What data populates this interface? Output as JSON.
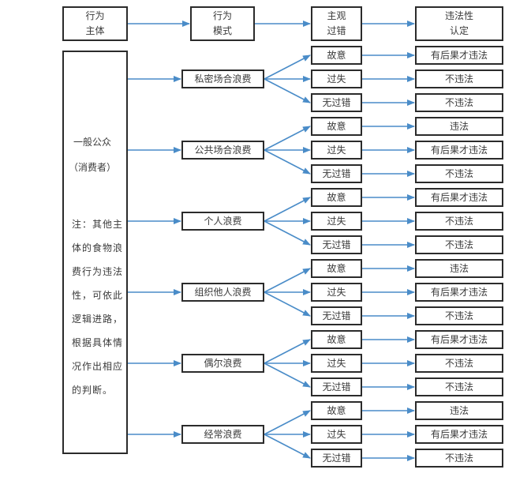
{
  "colors": {
    "arrow": "#4a8cc8",
    "border": "#2b2b2b",
    "text": "#3a3a3a"
  },
  "headers": [
    {
      "line1": "行为",
      "line2": "主体"
    },
    {
      "line1": "行为",
      "line2": "模式"
    },
    {
      "line1": "主观",
      "line2": "过错"
    },
    {
      "line1": "违法性",
      "line2": "认定"
    }
  ],
  "subject": {
    "title": "一般公众",
    "subtitle": "（消费者）",
    "note_lines": [
      "注：其他主",
      "体的食物浪",
      "费行为违法",
      "性，可依此",
      "逻辑进路，",
      "根据具体情",
      "况作出相应",
      "的判断。"
    ]
  },
  "modes": [
    {
      "label": "私密场合浪费",
      "branches": [
        {
          "fault": "故意",
          "result": "有后果才违法"
        },
        {
          "fault": "过失",
          "result": "不违法"
        },
        {
          "fault": "无过错",
          "result": "不违法"
        }
      ]
    },
    {
      "label": "公共场合浪费",
      "branches": [
        {
          "fault": "故意",
          "result": "违法"
        },
        {
          "fault": "过失",
          "result": "有后果才违法"
        },
        {
          "fault": "无过错",
          "result": "不违法"
        }
      ]
    },
    {
      "label": "个人浪费",
      "branches": [
        {
          "fault": "故意",
          "result": "有后果才违法"
        },
        {
          "fault": "过失",
          "result": "不违法"
        },
        {
          "fault": "无过错",
          "result": "不违法"
        }
      ]
    },
    {
      "label": "组织他人浪费",
      "branches": [
        {
          "fault": "故意",
          "result": "违法"
        },
        {
          "fault": "过失",
          "result": "有后果才违法"
        },
        {
          "fault": "无过错",
          "result": "不违法"
        }
      ]
    },
    {
      "label": "偶尔浪费",
      "branches": [
        {
          "fault": "故意",
          "result": "有后果才违法"
        },
        {
          "fault": "过失",
          "result": "不违法"
        },
        {
          "fault": "无过错",
          "result": "不违法"
        }
      ]
    },
    {
      "label": "经常浪费",
      "branches": [
        {
          "fault": "故意",
          "result": "违法"
        },
        {
          "fault": "过失",
          "result": "有后果才违法"
        },
        {
          "fault": "无过错",
          "result": "不违法"
        }
      ]
    }
  ]
}
